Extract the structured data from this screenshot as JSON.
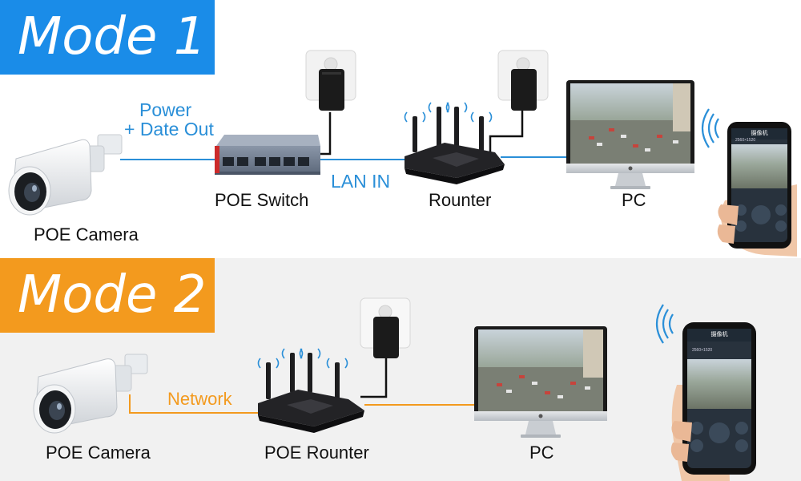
{
  "mode1": {
    "banner": "Mode 1",
    "color": "#1a8ce8",
    "labels": {
      "camera": "POE Camera",
      "switch": "POE Switch",
      "router": "Rounter",
      "pc": "PC",
      "power_line1": "Power",
      "power_line2": "+ Date Out",
      "lan_in": "LAN IN"
    }
  },
  "mode2": {
    "banner": "Mode 2",
    "color": "#f39a1e",
    "labels": {
      "camera": "POE Camera",
      "router": "POE Rounter",
      "pc": "PC",
      "network": "Network"
    }
  },
  "phone": {
    "title": "摄像机",
    "resolution": "2560×1520"
  },
  "colors": {
    "blue_line": "#2a8fd8",
    "orange_line": "#f39a1e",
    "panel2_bg": "#f1f1f1"
  }
}
